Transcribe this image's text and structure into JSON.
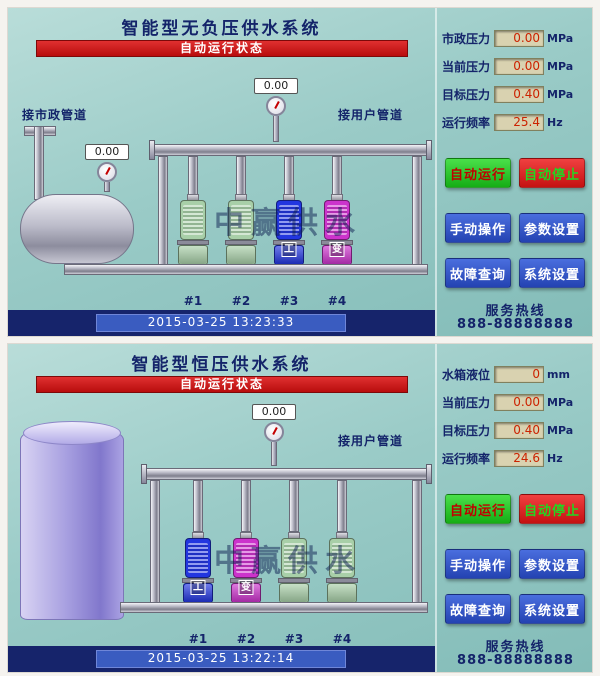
{
  "colors": {
    "panel_background": "#9acbc7",
    "status_bar_red": "#c01010",
    "value_box_bg": "#d9d2b0",
    "value_text_red": "#cc2200",
    "button_green": "#1fcf1f",
    "button_red": "#d81818",
    "button_blue": "#2a52c8",
    "navy_strip": "#16246b",
    "pump_green": "#a8cfa8",
    "pump_blue": "#2236e0",
    "pump_magenta": "#cc33cc",
    "tank_lavender": "#a79fe0"
  },
  "panels": [
    {
      "title": "智能型无负压供水系统",
      "status": "自动运行状态",
      "main_gauge": "0.00",
      "tank_gauge": "0.00",
      "inlet_label": "接市政管道",
      "outlet_label": "接用户管道",
      "watermark": "中赢供水",
      "timestamp": "2015-03-25 13:23:33",
      "pumps": [
        {
          "label": "#1",
          "color": "#a8cfa8"
        },
        {
          "label": "#2",
          "color": "#a8cfa8"
        },
        {
          "label": "#3",
          "color": "#2236e0",
          "badge": "工"
        },
        {
          "label": "#4",
          "color": "#cc33cc",
          "badge": "变"
        }
      ],
      "readings": [
        {
          "label": "市政压力",
          "value": "0.00",
          "unit": "MPa"
        },
        {
          "label": "当前压力",
          "value": "0.00",
          "unit": "MPa"
        },
        {
          "label": "目标压力",
          "value": "0.40",
          "unit": "MPa"
        },
        {
          "label": "运行频率",
          "value": "25.4",
          "unit": "Hz"
        }
      ],
      "buttons": {
        "auto_run": "自动运行",
        "auto_stop": "自动停止",
        "manual": "手动操作",
        "params": "参数设置",
        "faults": "故障查询",
        "system": "系统设置"
      },
      "hotline_label": "服务热线",
      "hotline_number": "888-88888888"
    },
    {
      "title": "智能型恒压供水系统",
      "status": "自动运行状态",
      "main_gauge": "0.00",
      "outlet_label": "接用户管道",
      "watermark": "中赢供水",
      "timestamp": "2015-03-25 13:22:14",
      "pumps": [
        {
          "label": "#1",
          "color": "#2236e0",
          "badge": "工"
        },
        {
          "label": "#2",
          "color": "#cc33cc",
          "badge": "变"
        },
        {
          "label": "#3",
          "color": "#a8cfa8"
        },
        {
          "label": "#4",
          "color": "#a8cfa8"
        }
      ],
      "readings": [
        {
          "label": "水箱液位",
          "value": "0",
          "unit": "mm"
        },
        {
          "label": "当前压力",
          "value": "0.00",
          "unit": "MPa"
        },
        {
          "label": "目标压力",
          "value": "0.40",
          "unit": "MPa"
        },
        {
          "label": "运行频率",
          "value": "24.6",
          "unit": "Hz"
        }
      ],
      "buttons": {
        "auto_run": "自动运行",
        "auto_stop": "自动停止",
        "manual": "手动操作",
        "params": "参数设置",
        "faults": "故障查询",
        "system": "系统设置"
      },
      "hotline_label": "服务热线",
      "hotline_number": "888-88888888"
    }
  ]
}
